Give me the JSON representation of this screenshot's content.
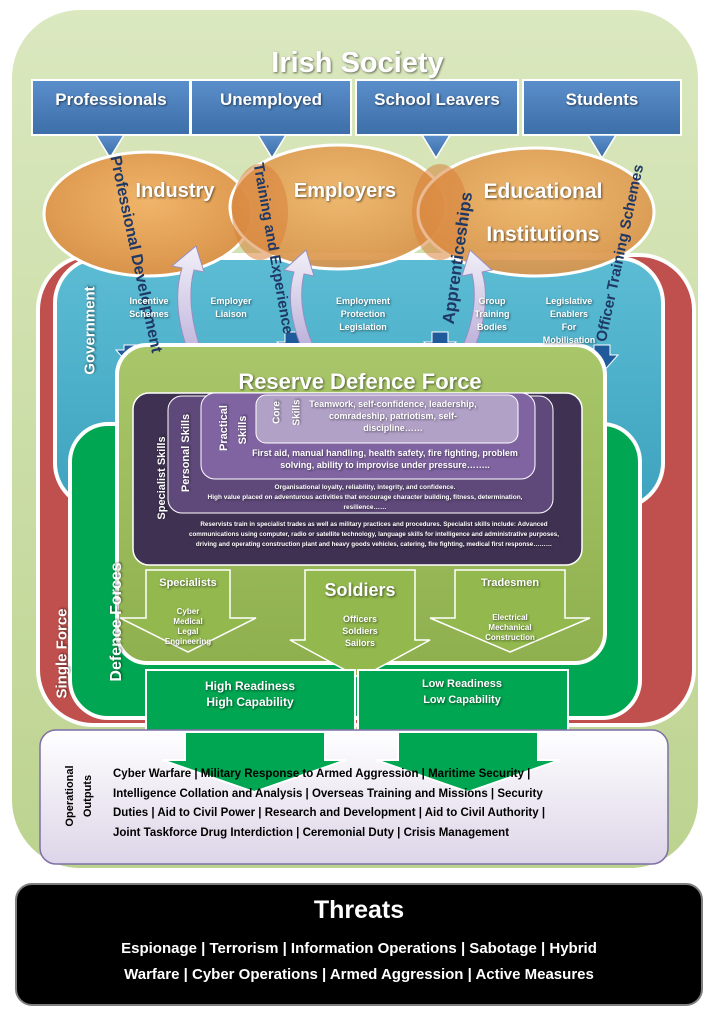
{
  "society": {
    "title": "Irish Society",
    "groups": [
      "Professionals",
      "Unemployed",
      "School Leavers",
      "Students"
    ]
  },
  "partners": {
    "industry": "Industry",
    "employers": "Employers",
    "edu_line1": "Educational",
    "edu_line2": "Institutions"
  },
  "pathways": {
    "professional_development": "Professional Development",
    "training_experience": "Training and Experience",
    "apprenticeships": "Apprenticeships",
    "officer_training": "Officer Training Schemes"
  },
  "government": {
    "label": "Government",
    "items": [
      {
        "lines": [
          "Incentive",
          "Schemes"
        ]
      },
      {
        "lines": [
          "Employer",
          "Liaison"
        ]
      },
      {
        "lines": [
          "Employment",
          "Protection",
          "Legislation"
        ]
      },
      {
        "lines": [
          "Group",
          "Training",
          "Bodies"
        ]
      },
      {
        "lines": [
          "Legislative",
          "Enablers",
          "For",
          "Mobilisation"
        ]
      }
    ]
  },
  "single_force": "Single Force",
  "defence_forces": "Defence Forces",
  "rdf": {
    "title": "Reserve Defence Force",
    "core_label": "Core",
    "core_label2": "Skills",
    "core_text": "Teamwork, self-confidence, leadership, comradeship, patriotism, self-discipline……",
    "practical_label": "Practical",
    "practical_label2": "Skills",
    "practical_text": "First aid, manual handling, health safety, fire fighting, problem solving, ability to improvise under pressure……..",
    "personal_label": "Personal Skills",
    "personal_text1": "Organisational loyalty, reliability, integrity, and confidence.",
    "personal_text2": "High value placed on adventurous activities that encourage character building, fitness, determination, resilience……",
    "specialist_label": "Specialist Skills",
    "specialist_text": "Reservists train in specialist trades as well as military practices and procedures. Specialist skills include: Advanced communications using computer, radio or satellite technology, language skills for intelligence and administrative purposes, driving and operating construction plant and heavy goods vehicles, catering, fire fighting, medical first response………"
  },
  "roles": {
    "specialists": {
      "title": "Specialists",
      "items": [
        "Cyber",
        "Medical",
        "Legal",
        "Engineering"
      ]
    },
    "soldiers": {
      "title": "Soldiers",
      "items": [
        "Officers",
        "Soldiers",
        "Sailors"
      ]
    },
    "tradesmen": {
      "title": "Tradesmen",
      "items": [
        "Electrical",
        "Mechanical",
        "Construction"
      ]
    }
  },
  "readiness": {
    "high": [
      "High Readiness",
      "High Capability"
    ],
    "low": [
      "Low Readiness",
      "Low Capability"
    ]
  },
  "outputs": {
    "label1": "Operational",
    "label2": "Outputs",
    "lines": [
      "Cyber Warfare | Military Response to Armed Aggression | Maritime Security |",
      "Intelligence Collation and Analysis | Overseas Training and Missions | Security",
      "Duties | Aid to Civil Power | Research and Development | Aid to Civil Authority |",
      "Joint Taskforce Drug Interdiction | Ceremonial Duty | Crisis Management"
    ]
  },
  "threats": {
    "title": "Threats",
    "lines": [
      "Espionage | Terrorism | Information Operations | Sabotage | Hybrid",
      "Warfare | Cyber Operations | Armed Aggression | Active Measures"
    ]
  },
  "colors": {
    "society": "#c4d79b",
    "blue_box": "#4f81bd",
    "ellipse": "#e0a35a",
    "government": "#4bacc6",
    "single_force": "#c0504d",
    "defence_forces": "#00a651",
    "rdf": "#9bbb59",
    "skills_dark": "#3f3151",
    "outputs_bg": "#e6e0ec",
    "threats_bg": "#000000"
  }
}
